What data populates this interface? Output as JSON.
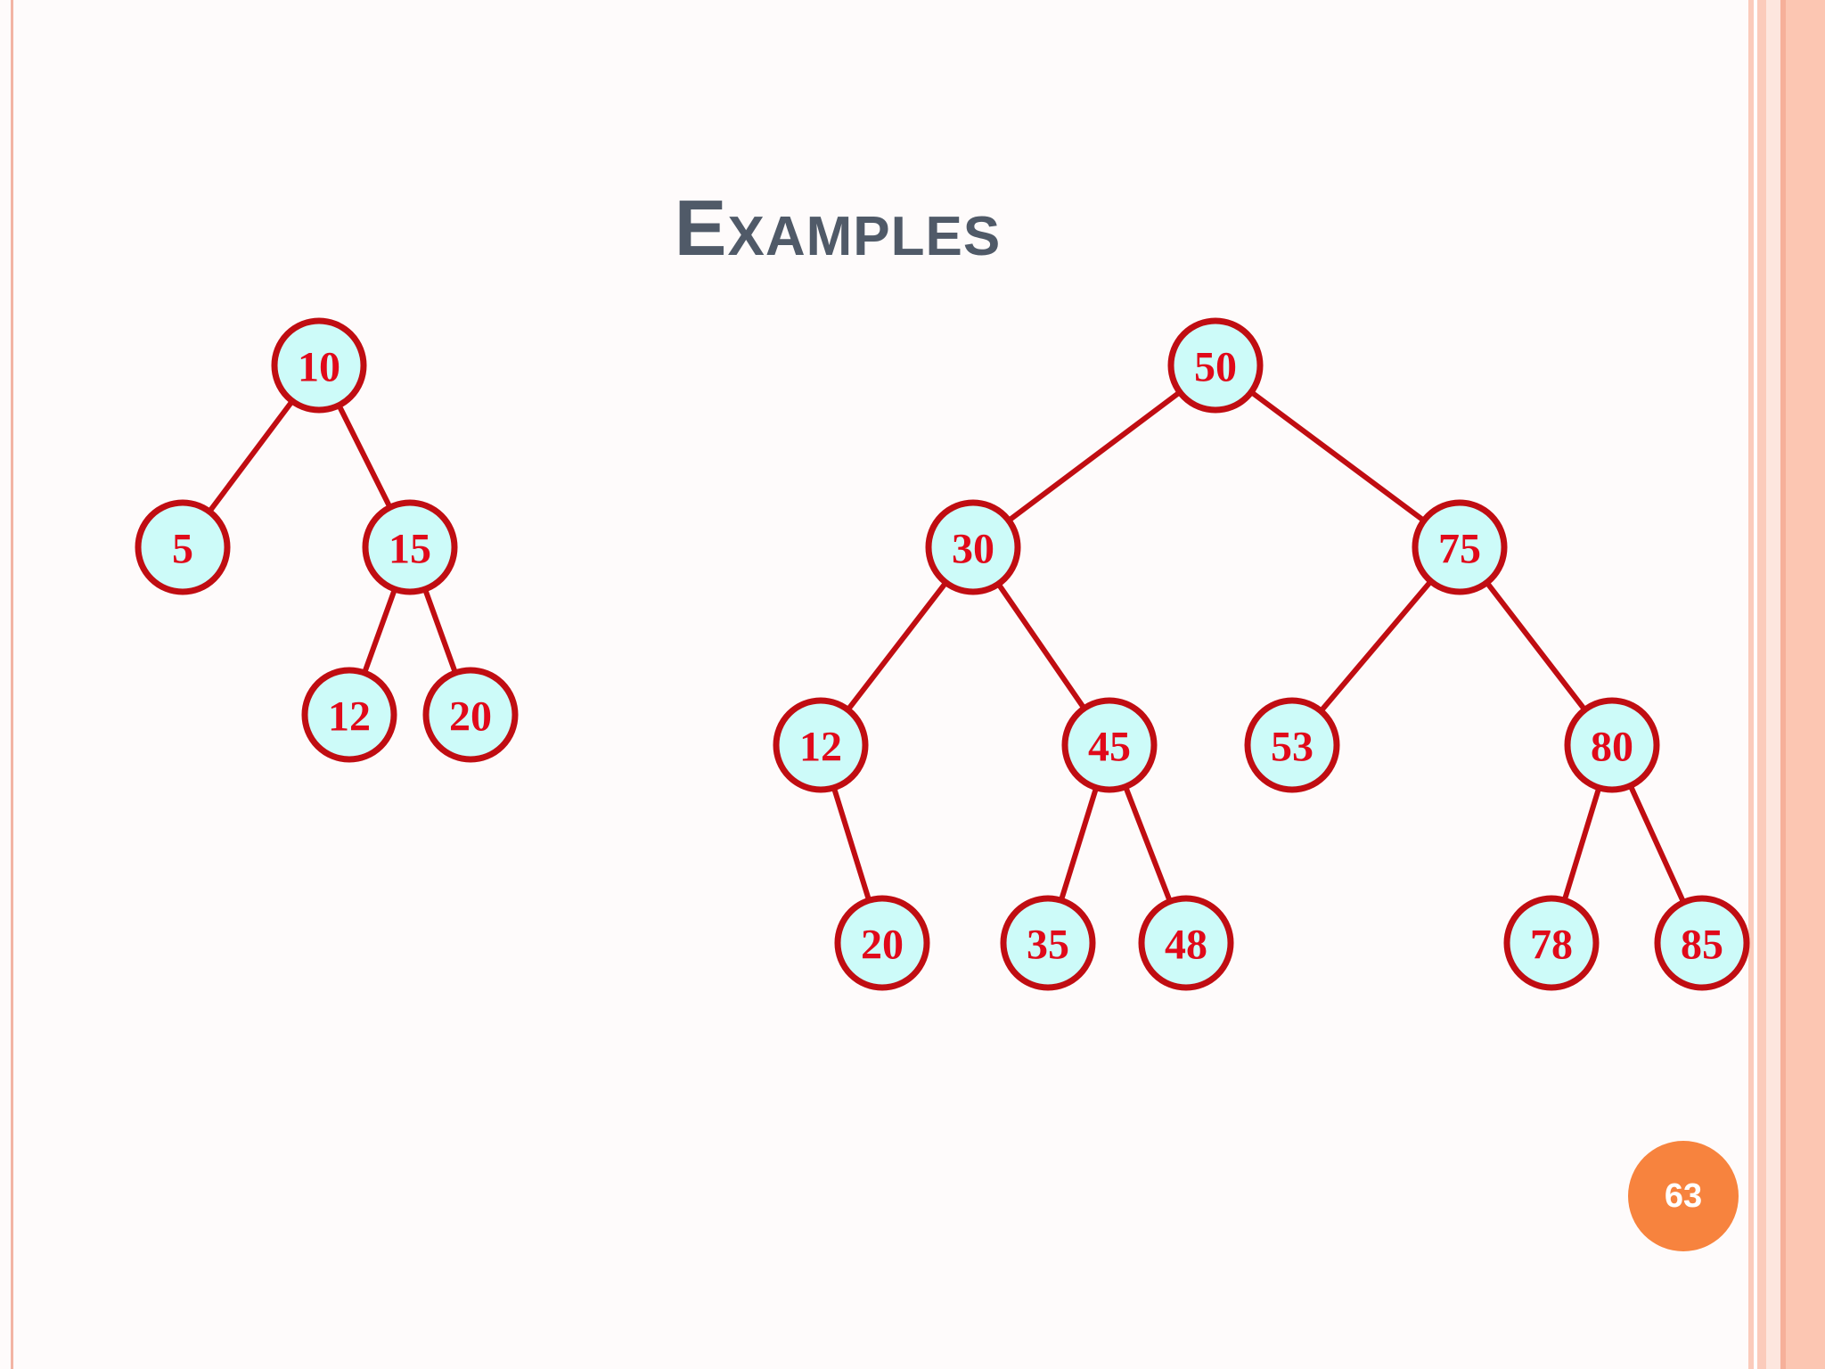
{
  "slide": {
    "title": "Examples",
    "page_number": "63"
  },
  "colors": {
    "node_fill": "#cdfbf9",
    "node_stroke": "#c00d12",
    "node_text": "#e0091a",
    "edge": "#c00d12",
    "title": "#505a68",
    "badge": "#f7833e"
  },
  "trees": [
    {
      "nodes": [
        {
          "id": "a10",
          "label": "10"
        },
        {
          "id": "a5",
          "label": "5"
        },
        {
          "id": "a15",
          "label": "15"
        },
        {
          "id": "a12",
          "label": "12"
        },
        {
          "id": "a20",
          "label": "20"
        }
      ],
      "edges": [
        [
          "a10",
          "a5"
        ],
        [
          "a10",
          "a15"
        ],
        [
          "a15",
          "a12"
        ],
        [
          "a15",
          "a20"
        ]
      ]
    },
    {
      "nodes": [
        {
          "id": "b50",
          "label": "50"
        },
        {
          "id": "b30",
          "label": "30"
        },
        {
          "id": "b75",
          "label": "75"
        },
        {
          "id": "b12",
          "label": "12"
        },
        {
          "id": "b45",
          "label": "45"
        },
        {
          "id": "b53",
          "label": "53"
        },
        {
          "id": "b80",
          "label": "80"
        },
        {
          "id": "b20",
          "label": "20"
        },
        {
          "id": "b35",
          "label": "35"
        },
        {
          "id": "b48",
          "label": "48"
        },
        {
          "id": "b78",
          "label": "78"
        },
        {
          "id": "b85",
          "label": "85"
        }
      ],
      "edges": [
        [
          "b50",
          "b30"
        ],
        [
          "b50",
          "b75"
        ],
        [
          "b30",
          "b12"
        ],
        [
          "b30",
          "b45"
        ],
        [
          "b75",
          "b53"
        ],
        [
          "b75",
          "b80"
        ],
        [
          "b12",
          "b20"
        ],
        [
          "b45",
          "b35"
        ],
        [
          "b45",
          "b48"
        ],
        [
          "b80",
          "b78"
        ],
        [
          "b80",
          "b85"
        ]
      ]
    }
  ]
}
